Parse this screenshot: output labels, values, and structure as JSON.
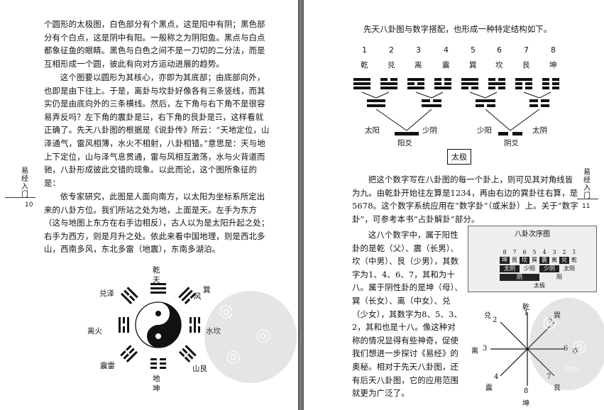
{
  "left_page": {
    "runner": "易经入门",
    "page_number": "10",
    "paragraphs": [
      "个圆形的太极图，白色部分有个黑点，这是阳中有阴；黑色部分有个白点，这是阴中有阳。一般称之为阴阳鱼。黑点与白点都象征鱼的眼睛。黑色与白色之间不是一刀切的二分法，而是互相形成一个圆，彼此有向对方运动进展的趋势。",
      "这个图要以圆形为其核心，亦即为其底部；由底部向外，也即是由下往上。于是，离卦与坎卦好像各有三条竖线，而其实仍是由底向外的三条横线。然后，左下角与右下角不是很容易弄反吗？左下角的震卦是☳，右下角的艮卦是☶，这样看就正确了。先天八卦图的根据是《说卦传》所云：“天地定位，山泽通气，雷风相薄，水火不相射，八卦相错。”意思是：天与地上下定位，山与泽气息贯通，雷与风相互激荡，水与火背道而驰，八卦形成彼此交错的现象。以此而论，这个图所象征的是：",
      "依专家研究，此图是人面向南方，以太阳为坐标系所定出来的八卦方位。我们所站之处为地，上面是天。左手为东方（这与地图上东方在右手边相反），古人以为是太阳升起之处；右手为西方，则是月升之处。依此来看中国地理，则是西北多山，西南多风，东北多雷（地震），东南多湖泊。"
    ],
    "bagua_labels": {
      "qian": "乾",
      "tian": "天",
      "xun": "巽",
      "feng": "风",
      "kan_water": "水坎",
      "gen_mountain": "山艮",
      "kun": "坤",
      "di": "地",
      "zhen_thunder": "震雷",
      "li_fire": "离火",
      "dui_lake": "兑泽"
    }
  },
  "right_page": {
    "runner": "易经入门",
    "page_number": "11",
    "intro": "先天八卦图与数字搭配，也形成一种特定结构如下。",
    "diagram": {
      "numbers": [
        "1",
        "2",
        "3",
        "4",
        "5",
        "6",
        "7",
        "8"
      ],
      "trigram_names": [
        "乾",
        "兑",
        "离",
        "震",
        "巽",
        "坎",
        "艮",
        "坤"
      ],
      "taiyang": "太阳",
      "shaoyin": "少阴",
      "shaoyang": "少阳",
      "taiyin": "太阴",
      "yangyao": "阳爻",
      "yinyao": "阴爻",
      "taiji": "太极"
    },
    "paragraphs": [
      "把这个数字写在八卦图的每一个卦上，则可见其对角线皆为九。由乾卦开始往左算是1234，再由右边的巽卦往右算，是5678。这个数字系统应用在“数字卦”（或米卦）上。关于“数字卦”，可参考本书“占卦解卦”部分。",
      "这八个数字中，属于阳性卦的是乾（父）、震（长男）、坎（中男）、艮（少男），其数字为1、4、6、7，其和为十八。属于阴性卦的是坤（母）、巽（长女）、离（中女）、兑（少女），其数字为8、5、3、2，其和也是十八。像这种对称的情况显得有些神奇，促使我们想进一步探讨《易经》的奥秘。相对于先天八卦图，还有后天八卦图，它的应用范围就更为广泛了。"
    ],
    "inset": {
      "title": "八卦次序图",
      "row_numbers": [
        "8",
        "7",
        "6",
        "5",
        "4",
        "3",
        "2",
        "1"
      ],
      "row_names": [
        "坤",
        "艮",
        "坎",
        "巽",
        "震",
        "离",
        "兑",
        "乾"
      ],
      "row_four": [
        "太阴",
        "少阳",
        "少阴",
        "太阳"
      ],
      "row_two": [
        "阴",
        "阳"
      ],
      "row_base": "太极"
    },
    "star": {
      "qian": "乾",
      "n1": "1",
      "dui": "兑",
      "n2": "2",
      "xun": "巽",
      "n5": "5",
      "li": "离",
      "n3": "3",
      "n6": "6",
      "kan": "坎",
      "n4": "4",
      "zhen": "震",
      "n7": "7",
      "gen": "艮",
      "n8": "8",
      "kun": "坤"
    },
    "watermark": "PDG"
  }
}
